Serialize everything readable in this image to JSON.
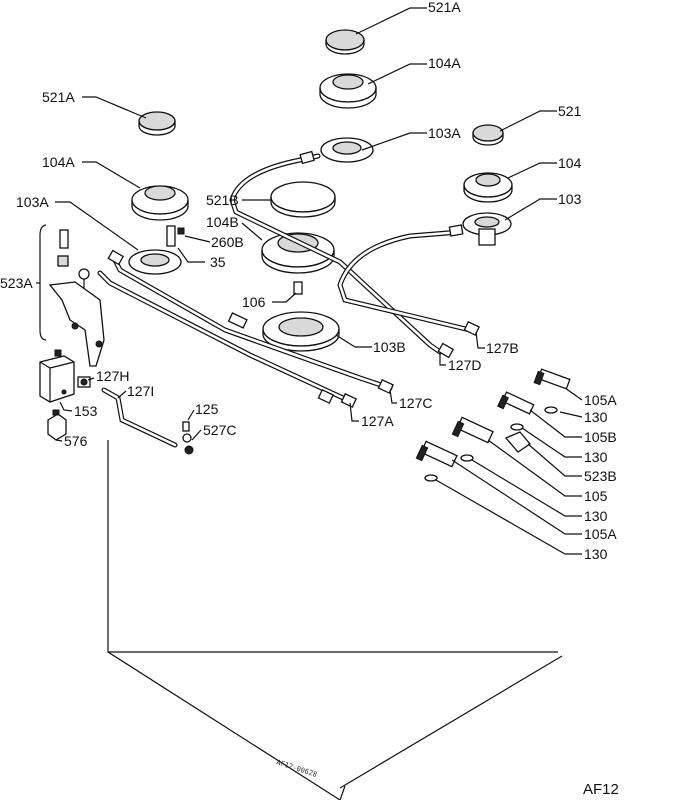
{
  "diagram": {
    "labels": [
      "521A",
      "104A",
      "521A",
      "521",
      "103A",
      "104A",
      "104",
      "521B",
      "103A",
      "103",
      "104B",
      "260B",
      "35",
      "523A",
      "106",
      "103B",
      "127B",
      "127D",
      "127H",
      "127I",
      "127C",
      "153",
      "127A",
      "125",
      "527C",
      "576",
      "105A",
      "130",
      "105B",
      "130",
      "523B",
      "105",
      "130",
      "105A",
      "130"
    ],
    "drawing_ref": "AF12-00628",
    "page_code": "AF12"
  }
}
